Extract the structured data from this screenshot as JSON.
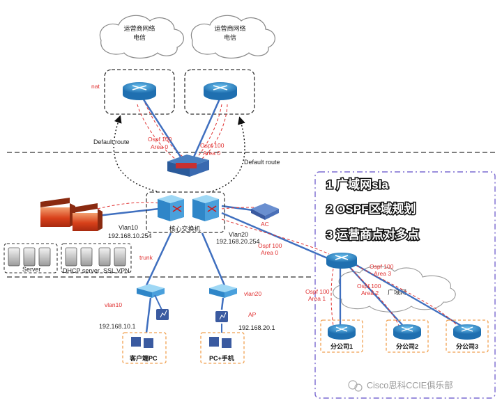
{
  "clouds": {
    "left": {
      "line1": "运营商网络",
      "line2": "电信"
    },
    "right": {
      "line1": "运营商网络",
      "line2": "电信"
    },
    "wan": "广域网"
  },
  "labels": {
    "nat": "nat",
    "default_route_left": "Default route",
    "default_route_right": "Default route",
    "ospf_left_1": "Ospf 100",
    "ospf_left_2": "Area 0",
    "ospf_right_1": "Ospf 100",
    "ospf_right_2": "Area 0",
    "core_switch": "核心交换机",
    "vlan10_left": "Vlan10",
    "ip_vlan10_gw": "192.168.10.254",
    "vlan20_mid": "Vlan20",
    "ip_vlan20_gw": "192.168.20.254",
    "ospf_mid_1": "Ospf 100",
    "ospf_mid_2": "Area 0",
    "trunk": "trunk",
    "server": "Server",
    "dhcp_server": "DHCP server",
    "ssl_vpn": "SSL VPN",
    "vlan10_access": "vlan10",
    "vlan20_access": "vlan20",
    "ap": "AP",
    "ip_pc": "192.168.10.1",
    "ip_phone": "192.168.20.1",
    "client_pc": "客户端PC",
    "pc_phone": "PC+手机",
    "ospf_b1_1": "Ospf 100",
    "ospf_b1_2": "Area 1",
    "ospf_b2_1": "Ospf 100",
    "ospf_b2_2": "Area 2",
    "ospf_b3_1": "Ospf 100",
    "ospf_b3_2": "Area 3",
    "branch1": "分公司1",
    "branch2": "分公司2",
    "branch3": "分公司3"
  },
  "topics": [
    "1 广域网sla",
    "2 OSPF区域规划",
    "3 运营商点对多点"
  ],
  "watermark": "Cisco思科CCIE俱乐部",
  "colors": {
    "link_blue": "#3f6fbf",
    "ospf_red": "#e03030",
    "router_blue": "#2f86c8",
    "firewall_red": "#d8401a",
    "branch_box": "#f0a050",
    "dash_purple": "#7a6ad0"
  }
}
